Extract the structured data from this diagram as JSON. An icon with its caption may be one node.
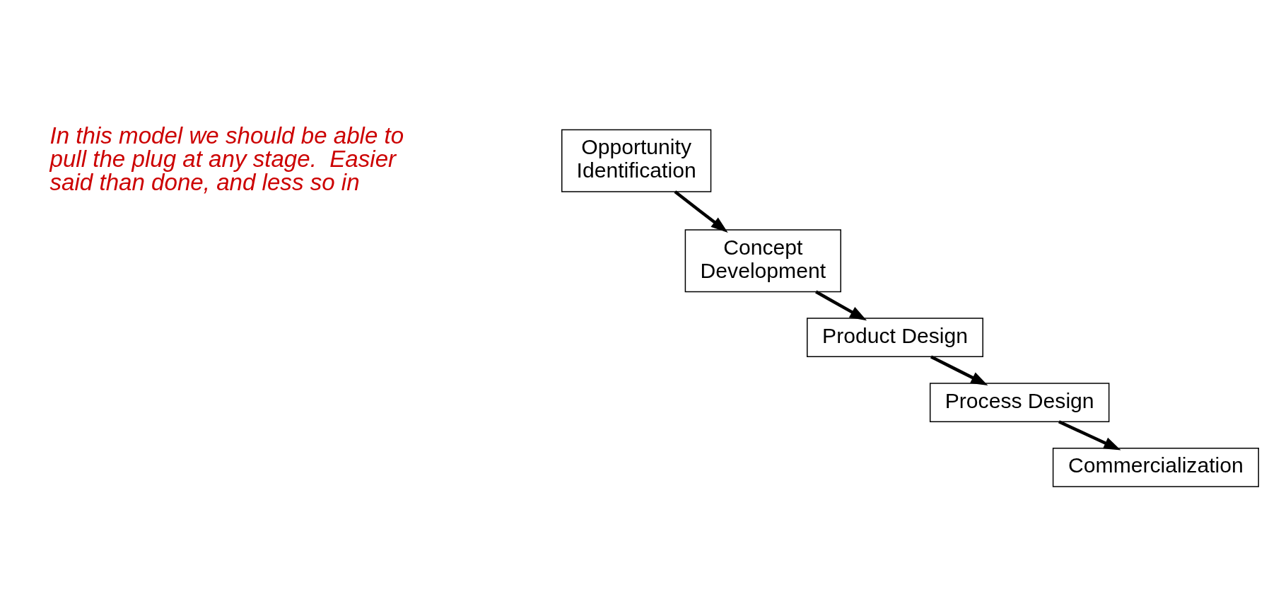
{
  "diagram": {
    "nodes": [
      {
        "text": [
          "Opportunity Identification"
        ]
      },
      {
        "text": [
          "Concept Development"
        ]
      },
      {
        "text": [
          "Product Design"
        ]
      },
      {
        "text": [
          "Process Design"
        ]
      },
      {
        "text": [
          "Commercialization"
        ]
      }
    ],
    "edges": [
      {
        "from": 0,
        "to": 1,
        "arrow": "to"
      },
      {
        "from": 1,
        "to": 2,
        "arrow": "to"
      },
      {
        "from": 2,
        "to": 3,
        "arrow": "to"
      },
      {
        "from": 3,
        "to": 4,
        "arrow": "to"
      }
    ],
    "labels": [
      "In this model we should be able to pull the plug at any stage.  Easier said than done, and less so in"
    ]
  }
}
